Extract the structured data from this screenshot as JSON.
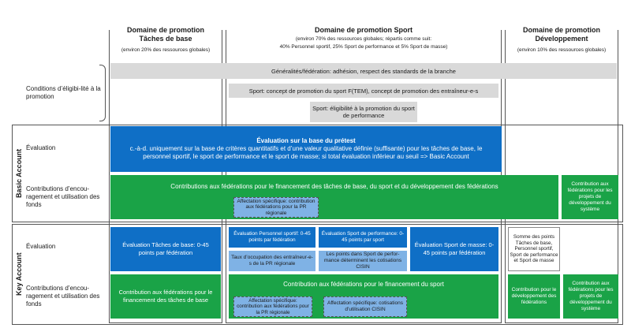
{
  "columns": {
    "base": {
      "title1": "Domaine de promotion",
      "title2": "Tâches de base",
      "note": "(environ 20% des ressources globales)"
    },
    "sport": {
      "title": "Domaine de promotion Sport",
      "note1": "(environ 70% des ressources globales; répartis comme suit:",
      "note2": "40% Personnel sportif,  25% Sport de performance et 5% Sport de masse)"
    },
    "dev": {
      "title1": "Domaine de promotion",
      "title2": "Développement",
      "note": "(environ 10% des ressources globales)"
    }
  },
  "sections": {
    "basic": "Basic Account",
    "key": "Key Account"
  },
  "rows": {
    "eligibility": "Conditions d’éligibi-lité à la promotion",
    "basic_eval": "Évaluation",
    "basic_contrib": "Contributions d’encou-ragement et utilisation des fonds",
    "key_eval": "Évaluation",
    "key_contrib": "Contributions d’encou-ragement et utilisation des fonds"
  },
  "eligibility": {
    "general": "Généralités/fédération: adhésion, respect des standards de la branche",
    "sport_concept": "Sport: concept de promotion du sport F(TEM), concept de promotion des entraîneur-e-s",
    "perf": "Sport: éligibilité à la promotion du sport de performance"
  },
  "basic": {
    "eval_title": "Évaluation sur la base du prétest",
    "eval_text": "c.-à-d. uniquement sur la base de critères quantitatifs et d’une valeur qualitative définie (suffisante) pour les tâches de base, le personnel sportif, le sport de performance et le sport de masse; si total évaluation inférieur au seuil => Basic Account",
    "contrib": "Contributions aux fédérations pour le financement des tâches de base, du sport et du développement des fédérations",
    "affect": "Affectation spécifique: contribution aux fédérations pour la PR régionale",
    "dev_contrib": "Contribution aux fédérations pour les projets de développement du système"
  },
  "key": {
    "eval_base": "Évaluation Tâches de base: 0-45 points par fédération",
    "eval_perso": "Évaluation Personnel sportif: 0-45 points par fédération",
    "eval_perf": "Évaluation Sport de performance: 0-45 points par sport",
    "eval_masse": "Évaluation Sport de masse: 0-45 points par fédération",
    "taux": "Taux d’occupation des entraîneur-e-s de la PR régionale",
    "cisin": "Les points dans Sport de perfor-mance déterminent les cotisations CISIN",
    "dev_sum": "Somme des points Tâches de base, Personnel sportif, Sport de performance et Sport de masse",
    "contrib_base": "Contribution aux fédérations pour le financement des tâches de base",
    "contrib_sport": "Contribution aux fédérations pour le financement du sport",
    "affect_pr": "Affectation spécifique: contribution aux fédérations pour la PR régionale",
    "affect_cisin": "Affectation spécifique: cotisations d’utilisation CISIN",
    "dev_contrib1": "Contribution pour le développement des fédérations",
    "dev_contrib2": "Contribution aux fédérations pour les projets de développement du système"
  }
}
